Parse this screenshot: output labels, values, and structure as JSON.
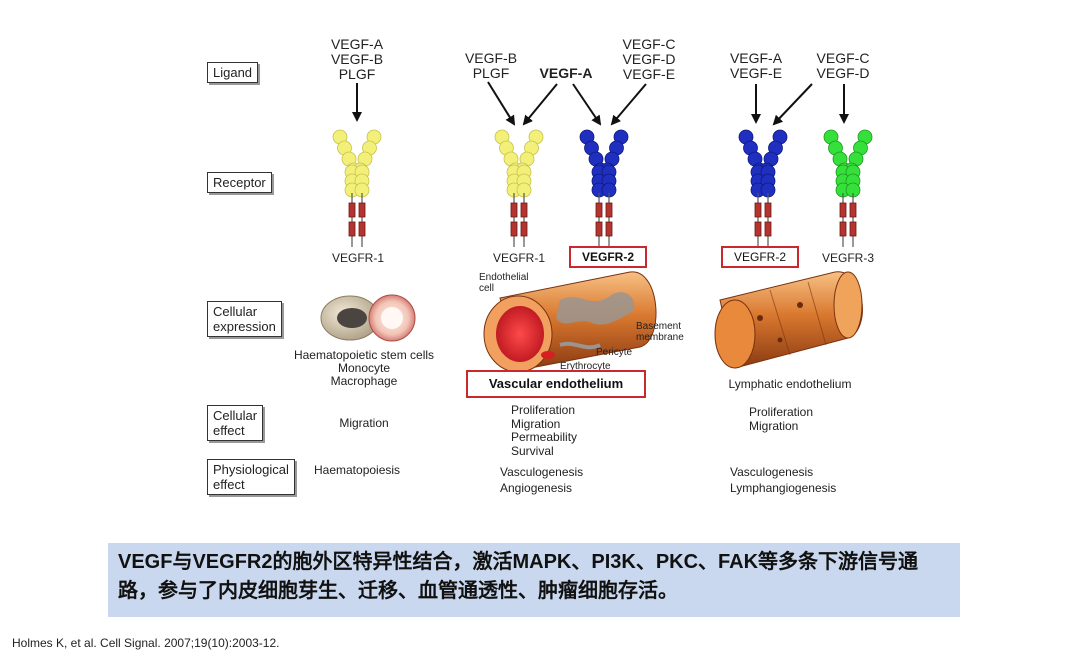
{
  "rows": {
    "ligand": "Ligand",
    "receptor": "Receptor",
    "cellular_expression": "Cellular\nexpression",
    "cellular_effect": "Cellular\neffect",
    "physiological_effect": "Physiological\neffect"
  },
  "ligands": {
    "col1": "VEGF-A\nVEGF-B\nPLGF",
    "col2a": "VEGF-B\nPLGF",
    "col2b": "VEGF-A",
    "col2c": "VEGF-C\nVEGF-D\nVEGF-E",
    "col3a": "VEGF-A\nVEGF-E",
    "col3b": "VEGF-C\nVEGF-D"
  },
  "receptors": {
    "r1": "VEGFR-1",
    "r2": "VEGFR-1",
    "r3": "VEGFR-2",
    "r4": "VEGFR-2",
    "r5": "VEGFR-3"
  },
  "expression": {
    "col1": "Haematopoietic stem cells\nMonocyte\nMacrophage",
    "col2": "Vascular endothelium",
    "col3": "Lymphatic endothelium",
    "endothelial_cell": "Endothelial\ncell",
    "basement_membrane": "Basement\nmembrane",
    "pericyte": "Pericyte",
    "erythrocyte": "Erythrocyte"
  },
  "cellular_effect": {
    "col1": "Migration",
    "col2": "Proliferation\nMigration\nPermeability\nSurvival",
    "col3": "Proliferation\nMigration"
  },
  "physiological_effect": {
    "col1": "Haematopoiesis",
    "col2": "Vasculogenesis\nAngiogenesis",
    "col3": "Vasculogenesis\nLymphangiogenesis"
  },
  "banner": {
    "text": "VEGF与VEGFR2的胞外区特异性结合，激活MAPK、PI3K、PKC、FAK等多条下游信号通路，参与了内皮细胞芽生、迁移、血管通透性、肿瘤细胞存活。"
  },
  "citation": "Holmes K, et al. Cell Signal. 2007;19(10):2003-12.",
  "colors": {
    "vegfr1": "#f3f07a",
    "vegfr2": "#1f2fbf",
    "vegfr3": "#36e03a",
    "highlight": "#c8282e",
    "banner": "#c9d8ee"
  }
}
